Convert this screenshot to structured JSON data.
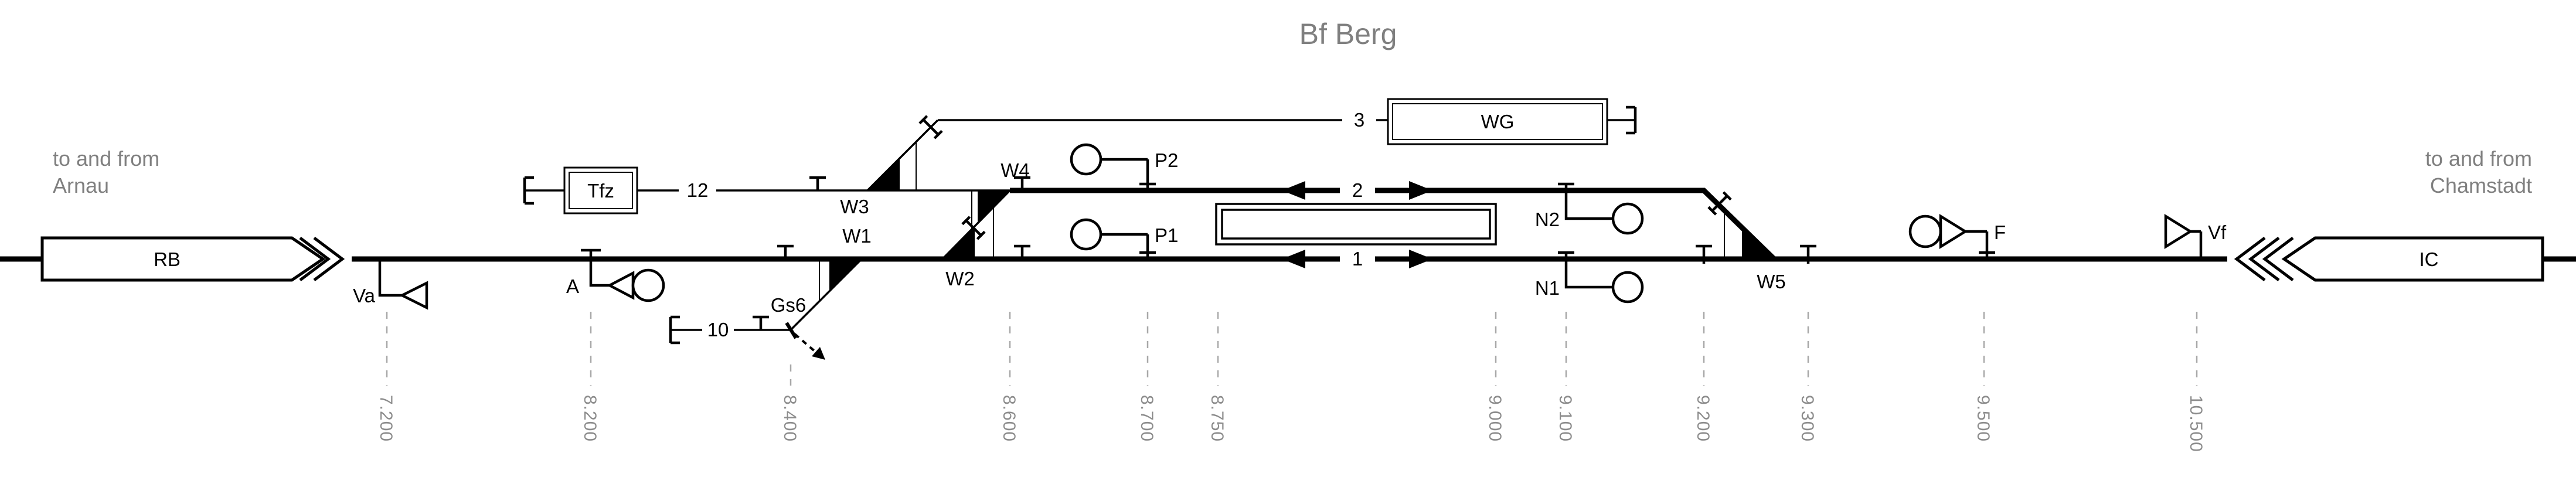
{
  "title": "Bf Berg",
  "colors": {
    "ink": "#000000",
    "muted_text": "#7f7f7f",
    "km_label": "#8c8c8c",
    "km_line": "#a8a8a8",
    "background": "#ffffff"
  },
  "routes": {
    "left": {
      "line1": "to and from",
      "line2": "Arnau"
    },
    "right": {
      "line1": "to and from",
      "line2": "Chamstadt"
    }
  },
  "trains": [
    {
      "label": "RB",
      "heading": "right"
    },
    {
      "label": "IC",
      "heading": "left"
    }
  ],
  "units": [
    {
      "label": "Tfz",
      "location": "track 12"
    },
    {
      "label": "WG",
      "location": "track 3"
    }
  ],
  "tracks": {
    "main": {
      "number": "1"
    },
    "loop": {
      "number": "2"
    },
    "siding3": {
      "number": "3"
    },
    "stub10": {
      "number": "10"
    },
    "stub12": {
      "number": "12"
    }
  },
  "switches": [
    {
      "label": "W1"
    },
    {
      "label": "W2"
    },
    {
      "label": "W3"
    },
    {
      "label": "W4"
    },
    {
      "label": "W5"
    }
  ],
  "signals": [
    {
      "label": "Va",
      "symbol": "distant-triangle-left"
    },
    {
      "label": "A",
      "symbol": "main-and-distant-left"
    },
    {
      "label": "Gs6",
      "symbol": "derailer-dashed-arrow"
    },
    {
      "label": "P1",
      "symbol": "main-circle-left"
    },
    {
      "label": "P2",
      "symbol": "main-circle-left"
    },
    {
      "label": "N1",
      "symbol": "main-circle-right"
    },
    {
      "label": "N2",
      "symbol": "main-circle-right"
    },
    {
      "label": "F",
      "symbol": "main-and-distant-right"
    },
    {
      "label": "Vf",
      "symbol": "distant-triangle-right"
    }
  ],
  "kilometer_posts": [
    "7.200",
    "8.200",
    "8.400",
    "8.600",
    "8.700",
    "8.750",
    "9.000",
    "9.100",
    "9.200",
    "9.300",
    "9.500",
    "10.500"
  ]
}
